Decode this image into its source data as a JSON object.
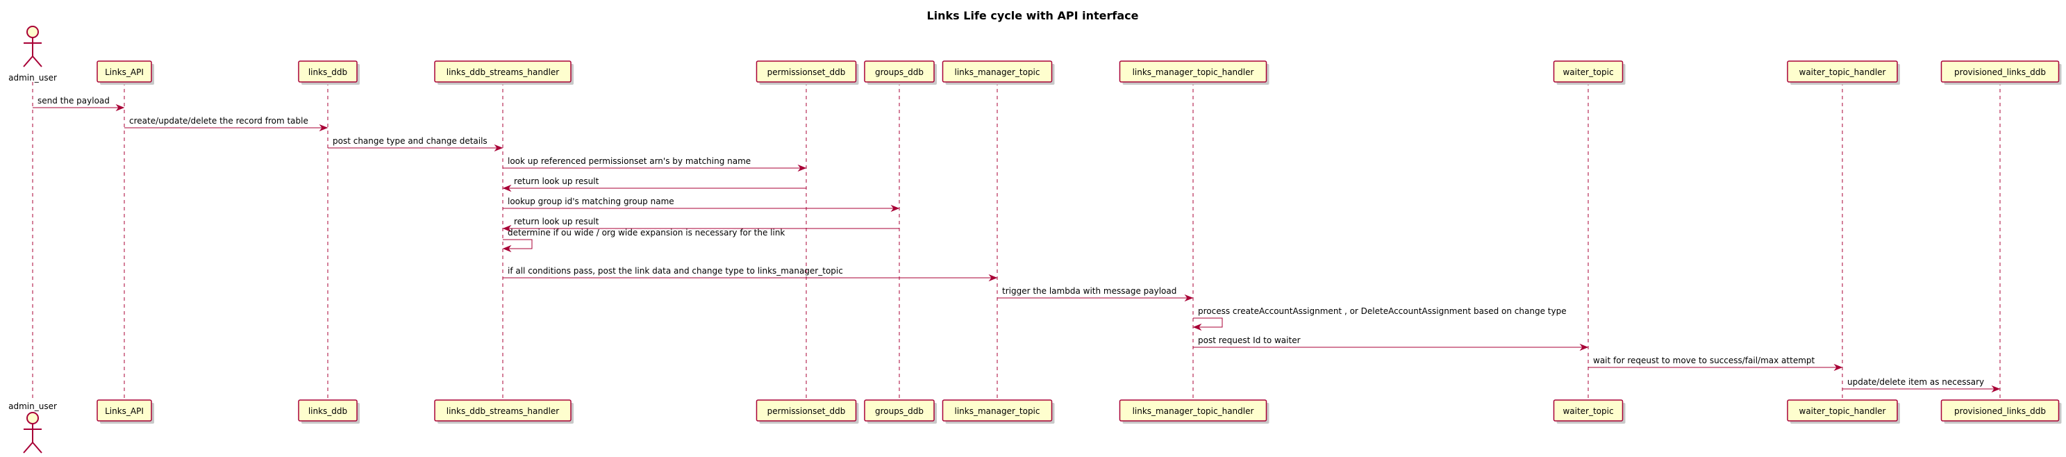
{
  "diagram": {
    "title": "Links Life cycle with API interface",
    "participants": [
      {
        "id": "admin_user",
        "label": "admin_user",
        "kind": "actor"
      },
      {
        "id": "Links_API",
        "label": "Links_API",
        "kind": "participant"
      },
      {
        "id": "links_ddb",
        "label": "links_ddb",
        "kind": "participant"
      },
      {
        "id": "links_ddb_streams_handler",
        "label": "links_ddb_streams_handler",
        "kind": "participant"
      },
      {
        "id": "permissionset_ddb",
        "label": "permissionset_ddb",
        "kind": "participant"
      },
      {
        "id": "groups_ddb",
        "label": "groups_ddb",
        "kind": "participant"
      },
      {
        "id": "links_manager_topic",
        "label": "links_manager_topic",
        "kind": "participant"
      },
      {
        "id": "links_manager_topic_handler",
        "label": "links_manager_topic_handler",
        "kind": "participant"
      },
      {
        "id": "waiter_topic",
        "label": "waiter_topic",
        "kind": "participant"
      },
      {
        "id": "waiter_topic_handler",
        "label": "waiter_topic_handler",
        "kind": "participant"
      },
      {
        "id": "provisioned_links_ddb",
        "label": "provisioned_links_ddb",
        "kind": "participant"
      }
    ],
    "messages": [
      {
        "from": "admin_user",
        "to": "Links_API",
        "label": "send the payload"
      },
      {
        "from": "Links_API",
        "to": "links_ddb",
        "label": "create/update/delete the record from table"
      },
      {
        "from": "links_ddb",
        "to": "links_ddb_streams_handler",
        "label": "post change type and change details"
      },
      {
        "from": "links_ddb_streams_handler",
        "to": "permissionset_ddb",
        "label": "look up referenced permissionset arn's by matching name"
      },
      {
        "from": "permissionset_ddb",
        "to": "links_ddb_streams_handler",
        "label": "return look up result"
      },
      {
        "from": "links_ddb_streams_handler",
        "to": "groups_ddb",
        "label": "lookup group id's matching group name"
      },
      {
        "from": "groups_ddb",
        "to": "links_ddb_streams_handler",
        "label": "return look up result"
      },
      {
        "from": "links_ddb_streams_handler",
        "to": "links_ddb_streams_handler",
        "label": "determine if ou wide / org wide expansion is necessary for the link"
      },
      {
        "from": "links_ddb_streams_handler",
        "to": "links_manager_topic",
        "label": "if all conditions pass, post the link data and change type to links_manager_topic"
      },
      {
        "from": "links_manager_topic",
        "to": "links_manager_topic_handler",
        "label": "trigger the lambda with message payload"
      },
      {
        "from": "links_manager_topic_handler",
        "to": "links_manager_topic_handler",
        "label": "process createAccountAssignment , or DeleteAccountAssignment based on change type"
      },
      {
        "from": "links_manager_topic_handler",
        "to": "waiter_topic",
        "label": "post request Id to waiter"
      },
      {
        "from": "waiter_topic",
        "to": "waiter_topic_handler",
        "label": "wait for reqeust to move to success/fail/max attempt"
      },
      {
        "from": "waiter_topic_handler",
        "to": "provisioned_links_ddb",
        "label": "update/delete item as necessary"
      }
    ],
    "colors": {
      "line": "#a80036",
      "box_fill": "#fefece",
      "shadow": "#c8c8c8"
    }
  }
}
